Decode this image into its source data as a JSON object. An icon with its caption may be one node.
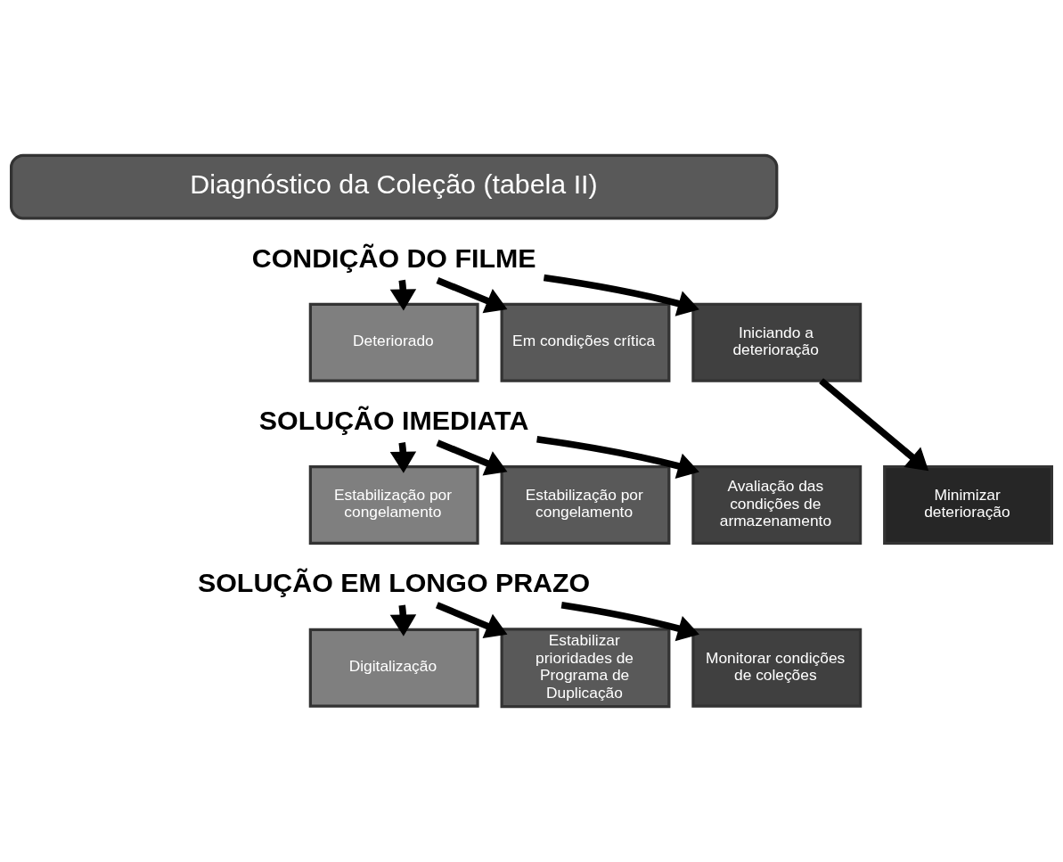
{
  "diagram": {
    "nodes": [
      {
        "text": [
          "Diagnóstico da Coleção (tabela II)"
        ]
      },
      {
        "text": [
          "CONDIÇÃO DO FILME"
        ]
      },
      {
        "text": [
          "Deteriorado"
        ]
      },
      {
        "text": [
          "Em condições crítica"
        ]
      },
      {
        "text": [
          "Iniciando a deterioração"
        ]
      },
      {
        "text": [
          "SOLUÇÃO IMEDIATA"
        ]
      },
      {
        "text": [
          "Estabilização por congelamento"
        ]
      },
      {
        "text": [
          "Estabilização por congelamento"
        ]
      },
      {
        "text": [
          "Avaliação das condições de armazenamento"
        ]
      },
      {
        "text": [
          "Minimizar deterioração"
        ]
      },
      {
        "text": [
          "SOLUÇÃO EM LONGO PRAZO"
        ]
      },
      {
        "text": [
          "Digitalização"
        ]
      },
      {
        "text": [
          "Estabilizar prioridades de Programa de Duplicação"
        ]
      },
      {
        "text": [
          "Monitorar condições de coleções"
        ]
      }
    ],
    "edges": [
      {
        "from": 1,
        "to": 2,
        "arrow": "to"
      },
      {
        "from": 1,
        "to": 3,
        "arrow": "to"
      },
      {
        "from": 1,
        "to": 4,
        "arrow": "to"
      },
      {
        "from": 4,
        "to": 9,
        "arrow": "to"
      },
      {
        "from": 5,
        "to": 6,
        "arrow": "to"
      },
      {
        "from": 5,
        "to": 7,
        "arrow": "to"
      },
      {
        "from": 5,
        "to": 8,
        "arrow": "to"
      },
      {
        "from": 10,
        "to": 11,
        "arrow": "to"
      },
      {
        "from": 10,
        "to": 12,
        "arrow": "to"
      },
      {
        "from": 10,
        "to": 13,
        "arrow": "to"
      }
    ]
  }
}
